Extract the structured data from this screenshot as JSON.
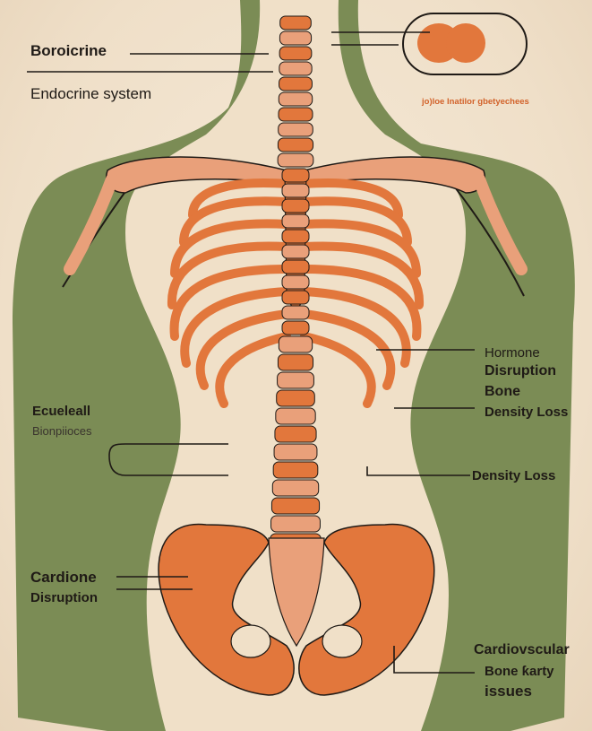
{
  "labels": {
    "top_left_1": "Boroicrine",
    "top_left_2": "Endocrine system",
    "top_right_caption": "jo)loe lnatilor gbetyechees",
    "right_1": "Hormone",
    "right_2": "Disruption",
    "right_3": "Bone",
    "right_4": "Density Loss",
    "right_5": "Density Loss",
    "left_mid_1": "Ecueleall",
    "left_mid_2": "Bionpiioces",
    "bottom_left_1": "Cardione",
    "bottom_left_2": "Disruption",
    "bottom_right_1": "Cardiovscular",
    "bottom_right_2": "Bone ƙarty",
    "bottom_right_3": "issues"
  },
  "colors": {
    "background": "#f1e3cf",
    "body_green": "#7b8c55",
    "bone_orange": "#e2773c",
    "bone_light": "#e9a07a",
    "outline": "#1f1a16"
  }
}
